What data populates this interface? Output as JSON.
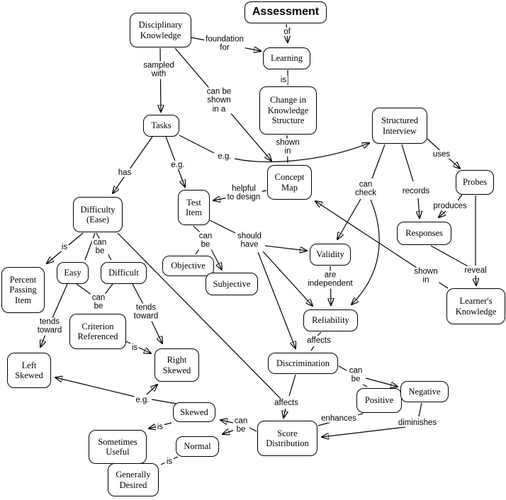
{
  "title": "Assessment",
  "colors": {
    "background": "#ffffff",
    "node_border": "#000000",
    "text": "#000000"
  },
  "nodes": {
    "assessment": "Assessment",
    "disciplinary_knowledge": "Disciplinary Knowledge",
    "learning": "Learning",
    "change_in_knowledge_structure": "Change in Knowledge Structure",
    "tasks": "Tasks",
    "structured_interview": "Structured Interview",
    "probes": "Probes",
    "concept_map": "Concept Map",
    "test_item": "Test Item",
    "responses": "Responses",
    "validity": "Validity",
    "difficulty_ease": "Difficulty (Ease)",
    "reliability": "Reliability",
    "learners_knowledge": "Learner's Knowledge",
    "percent_passing_item": "Percent Passing Item",
    "easy": "Easy",
    "difficult": "Difficult",
    "objective": "Objective",
    "subjective": "Subjective",
    "criterion_referenced": "Criterion Referenced",
    "left_skewed": "Left Skewed",
    "right_skewed": "Right Skewed",
    "discrimination": "Discrimination",
    "skewed": "Skewed",
    "positive": "Positive",
    "negative": "Negative",
    "sometimes_useful": "Sometimes Useful",
    "normal": "Normal",
    "generally_desired": "Generally Desired",
    "score_distribution": "Score Distribution"
  },
  "link_labels": {
    "of": "of",
    "foundation_for": "foundation\nfor",
    "is": "is",
    "sampled_with": "sampled\nwith",
    "can_be_shown_in_a": "can be\nshown\nin a",
    "shown_in": "shown\nin",
    "has": "has",
    "eg": "e.g.",
    "helpful_to_design": "helpful\nto design",
    "uses": "uses",
    "can_check": "can\ncheck",
    "records": "records",
    "produces": "produces",
    "reveal": "reveal",
    "can_be": "can\nbe",
    "should_have": "should\nhave",
    "are_independent": "are\nindependent",
    "tends_toward": "tends\ntoward",
    "affects": "affects",
    "enhances": "enhances",
    "diminishes": "diminishes"
  },
  "edges": [
    {
      "from": "Assessment",
      "label": "of",
      "to": "Learning"
    },
    {
      "from": "Disciplinary Knowledge",
      "label": "foundation for",
      "to": "Learning"
    },
    {
      "from": "Learning",
      "label": "is",
      "to": "Change in Knowledge Structure"
    },
    {
      "from": "Change in Knowledge Structure",
      "label": "shown in",
      "to": "Concept Map"
    },
    {
      "from": "Disciplinary Knowledge",
      "label": "sampled with",
      "to": "Tasks"
    },
    {
      "from": "Disciplinary Knowledge",
      "label": "can be shown in a",
      "to": "Concept Map"
    },
    {
      "from": "Tasks",
      "label": "has",
      "to": "Difficulty (Ease)"
    },
    {
      "from": "Tasks",
      "label": "e.g.",
      "to": "Test Item"
    },
    {
      "from": "Tasks",
      "label": "e.g.",
      "to": "Structured Interview"
    },
    {
      "from": "Concept Map",
      "label": "helpful to design",
      "to": "Test Item"
    },
    {
      "from": "Test Item",
      "label": "can be",
      "to": "Objective"
    },
    {
      "from": "Test Item",
      "label": "can be",
      "to": "Subjective"
    },
    {
      "from": "Test Item",
      "label": "should have",
      "to": "Validity"
    },
    {
      "from": "Test Item",
      "label": "should have",
      "to": "Reliability"
    },
    {
      "from": "Test Item",
      "label": "should have",
      "to": "Discrimination"
    },
    {
      "from": "Validity",
      "label": "are independent",
      "to": "Reliability"
    },
    {
      "from": "Structured Interview",
      "label": "can check",
      "to": "Validity"
    },
    {
      "from": "Structured Interview",
      "label": "can check",
      "to": "Reliability"
    },
    {
      "from": "Structured Interview",
      "label": "records",
      "to": "Responses"
    },
    {
      "from": "Structured Interview",
      "label": "uses",
      "to": "Probes"
    },
    {
      "from": "Probes",
      "label": "produces",
      "to": "Responses"
    },
    {
      "from": "Responses",
      "label": "reveal",
      "to": "Learner's Knowledge"
    },
    {
      "from": "Probes",
      "label": "reveal",
      "to": "Learner's Knowledge"
    },
    {
      "from": "Learner's Knowledge",
      "label": "shown in",
      "to": "Concept Map"
    },
    {
      "from": "Difficulty (Ease)",
      "label": "is",
      "to": "Percent Passing Item"
    },
    {
      "from": "Difficulty (Ease)",
      "label": "can be",
      "to": "Easy"
    },
    {
      "from": "Difficulty (Ease)",
      "label": "can be",
      "to": "Difficult"
    },
    {
      "from": "Difficulty (Ease)",
      "label": "affects",
      "to": "Score Distribution"
    },
    {
      "from": "Easy",
      "label": "tends toward",
      "to": "Left Skewed"
    },
    {
      "from": "Difficult",
      "label": "tends toward",
      "to": "Right Skewed"
    },
    {
      "from": "Easy",
      "label": "can be",
      "to": "Criterion Referenced"
    },
    {
      "from": "Difficult",
      "label": "can be",
      "to": "Criterion Referenced"
    },
    {
      "from": "Criterion Referenced",
      "label": "is",
      "to": "Right Skewed"
    },
    {
      "from": "Reliability",
      "label": "affects",
      "to": "Discrimination"
    },
    {
      "from": "Discrimination",
      "label": "affects",
      "to": "Score Distribution"
    },
    {
      "from": "Discrimination",
      "label": "can be",
      "to": "Positive"
    },
    {
      "from": "Discrimination",
      "label": "can be",
      "to": "Negative"
    },
    {
      "from": "Positive",
      "label": "enhances",
      "to": "Score Distribution"
    },
    {
      "from": "Negative",
      "label": "diminishes",
      "to": "Score Distribution"
    },
    {
      "from": "Skewed",
      "label": "e.g.",
      "to": "Left Skewed"
    },
    {
      "from": "Skewed",
      "label": "e.g.",
      "to": "Right Skewed"
    },
    {
      "from": "Score Distribution",
      "label": "can be",
      "to": "Skewed"
    },
    {
      "from": "Score Distribution",
      "label": "can be",
      "to": "Normal"
    },
    {
      "from": "Skewed",
      "label": "is",
      "to": "Sometimes Useful"
    },
    {
      "from": "Normal",
      "label": "is",
      "to": "Generally Desired"
    }
  ]
}
